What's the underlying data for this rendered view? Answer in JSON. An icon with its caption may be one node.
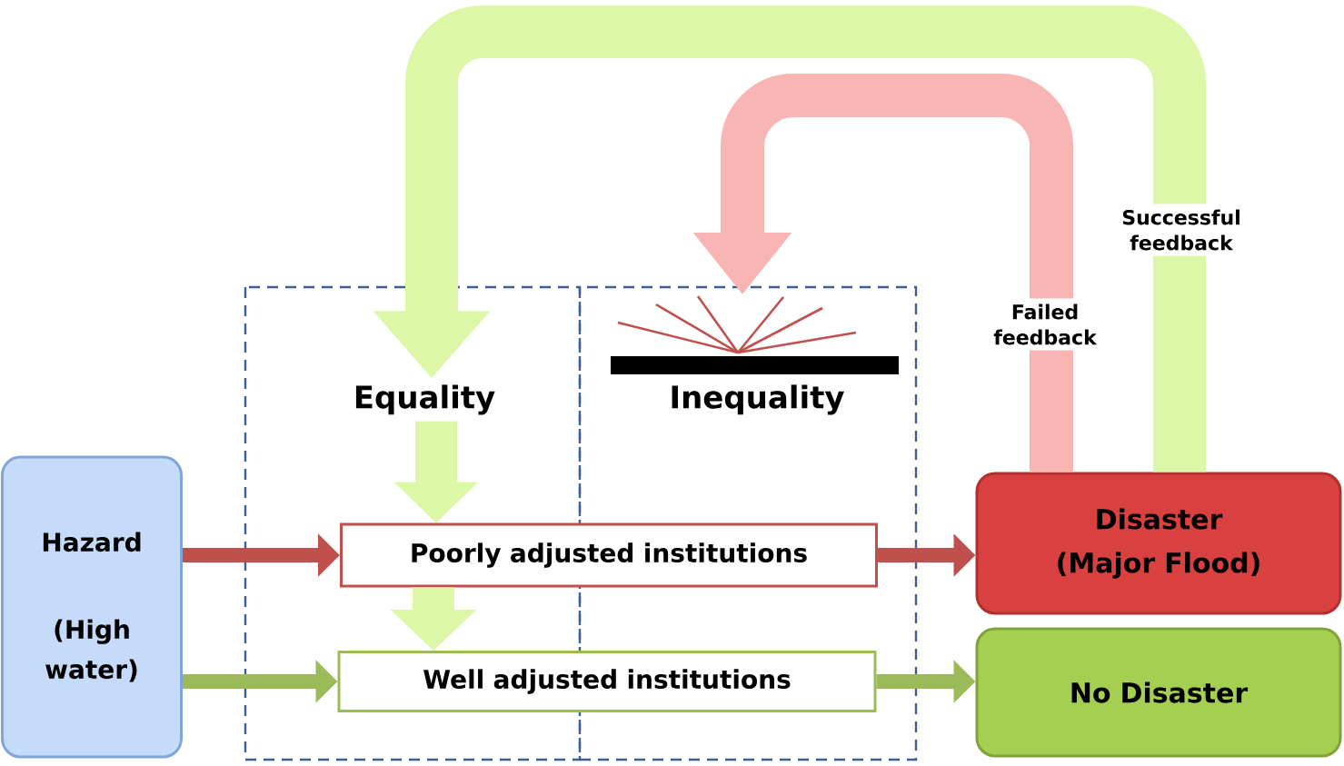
{
  "diagram": {
    "nodes": [
      {
        "text": [],
        "shape": "bar"
      },
      {
        "text": [
          "Equality"
        ]
      },
      {
        "text": [
          "Inequality"
        ]
      },
      {
        "text": [
          "Hazard",
          "(High water)"
        ]
      },
      {
        "text": [
          "Poorly adjusted institutions"
        ]
      },
      {
        "text": [
          "Well adjusted institutions"
        ]
      },
      {
        "text": [
          "Disaster (Major Flood)"
        ]
      },
      {
        "text": [
          "No Disaster"
        ]
      }
    ],
    "edges": [
      {
        "from": 3,
        "to": 4,
        "arrow": "to",
        "color": "#c0504d"
      },
      {
        "from": 3,
        "to": 5,
        "arrow": "to",
        "color": "#9bbb59"
      },
      {
        "from": 4,
        "to": 6,
        "arrow": "to",
        "color": "#c0504d"
      },
      {
        "from": 5,
        "to": 7,
        "arrow": "to",
        "color": "#9bbb59"
      },
      {
        "from": 1,
        "to": 4,
        "arrow": "to",
        "style": "thick",
        "color": "#dcf7a8"
      },
      {
        "from": 4,
        "to": 5,
        "arrow": "to",
        "style": "thick",
        "color": "#dcf7a8"
      },
      {
        "from": 6,
        "to": 0,
        "arrow": "to",
        "label": "Failed feedback",
        "style": "thick",
        "color": "#f9b4b4"
      },
      {
        "from": 6,
        "to": 1,
        "arrow": "to",
        "label": "Successful feedback",
        "style": "thick",
        "color": "#dcf7a8"
      }
    ]
  }
}
